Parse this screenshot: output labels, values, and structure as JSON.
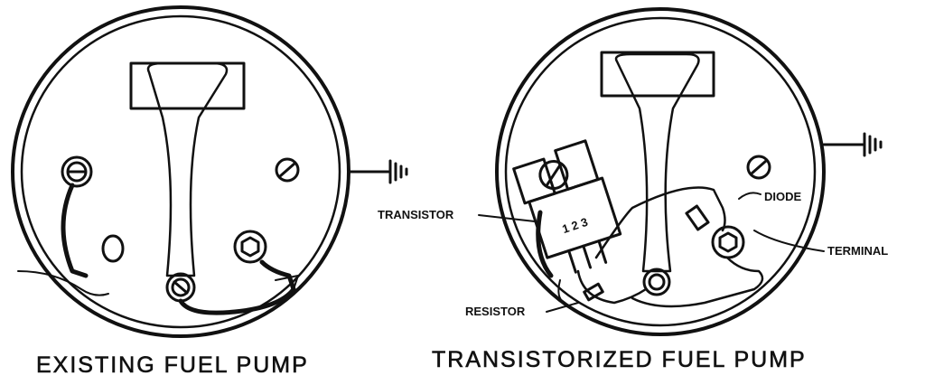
{
  "left_pump": {
    "title": "EXISTING FUEL PUMP"
  },
  "right_pump": {
    "title": "TRANSISTORIZED FUEL PUMP",
    "labels": {
      "transistor": "TRANSISTOR",
      "diode": "DIODE",
      "terminal": "TERMINAL",
      "resistor": "RESISTOR"
    },
    "transistor_pins": "1 2 3"
  }
}
